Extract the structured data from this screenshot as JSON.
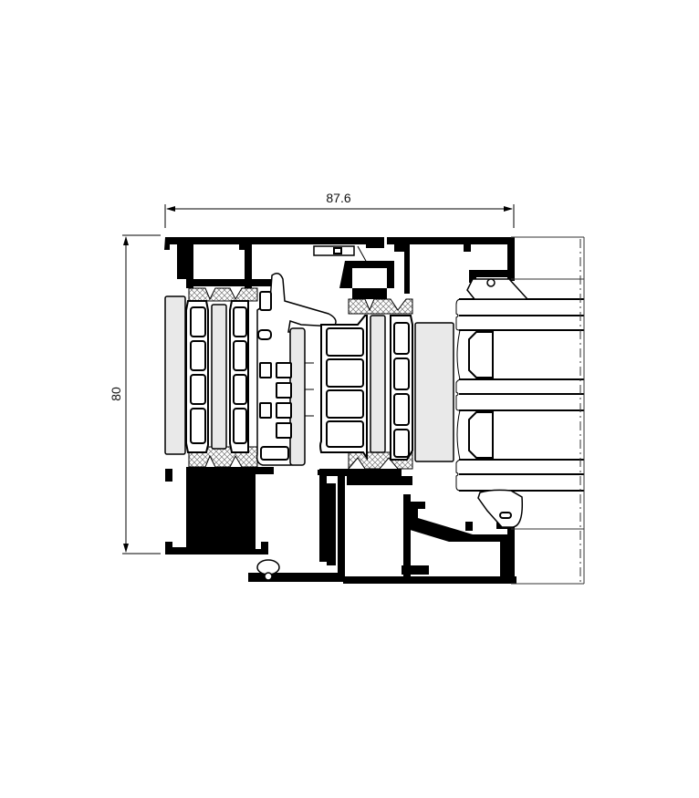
{
  "drawing": {
    "type": "window-profile-cross-section",
    "dimensions": {
      "width_label": "87.6",
      "height_label": "80"
    },
    "colors": {
      "aluminium": "#000000",
      "background": "#ffffff",
      "insulation_fill": "#e9e9e9"
    }
  }
}
